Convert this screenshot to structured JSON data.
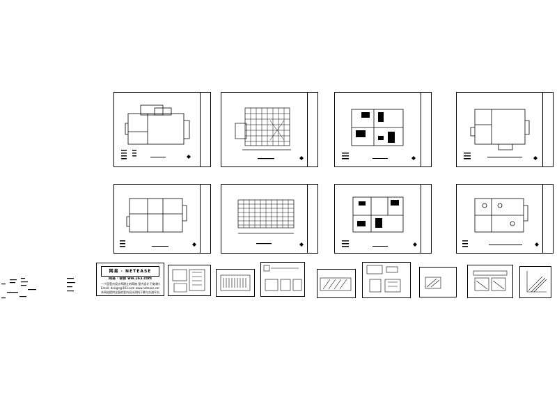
{
  "title_block": {
    "heading": "网易 · NETEASE",
    "line1": "网易 · 装修  ww.163.com",
    "line2": "一个因室内设计师建立的网络  室内设计  开始装修",
    "line3": "Email: design@163.com  www.netease.com",
    "line4": "本网站提供全面的室内设计资料下载与交流平台"
  },
  "sheets_row1": [
    {
      "id": "plan-1",
      "kind": "original"
    },
    {
      "id": "plan-2",
      "kind": "floor-tiles"
    },
    {
      "id": "plan-3",
      "kind": "furniture"
    },
    {
      "id": "plan-4",
      "kind": "wall"
    }
  ],
  "sheets_row2": [
    {
      "id": "plan-5",
      "kind": "layout"
    },
    {
      "id": "plan-6",
      "kind": "ceiling"
    },
    {
      "id": "plan-7",
      "kind": "furniture"
    },
    {
      "id": "plan-8",
      "kind": "electrical"
    }
  ],
  "details": [
    {
      "id": "detail-1"
    },
    {
      "id": "detail-2"
    },
    {
      "id": "detail-3"
    },
    {
      "id": "detail-4"
    },
    {
      "id": "detail-5"
    },
    {
      "id": "detail-6"
    },
    {
      "id": "detail-7"
    },
    {
      "id": "detail-8"
    }
  ],
  "colors": {
    "line": "#000000",
    "paper": "#ffffff"
  }
}
